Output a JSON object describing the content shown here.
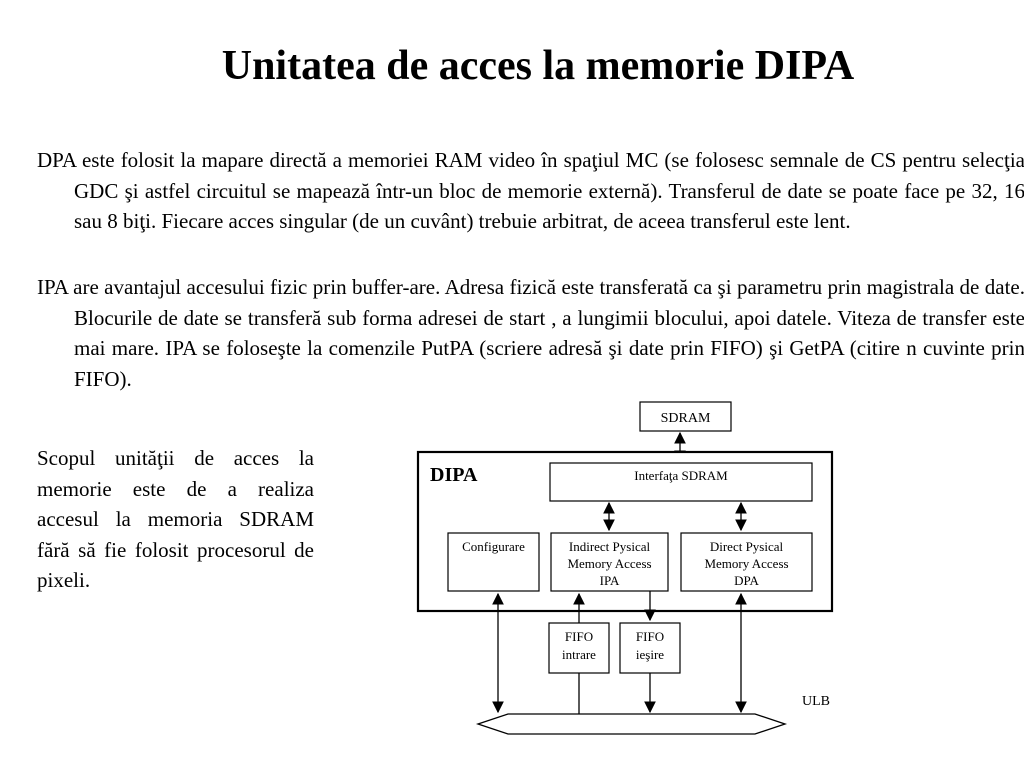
{
  "slide": {
    "title": "Unitatea de acces la memorie DIPA",
    "paragraphs": [
      "DPA este folosit la mapare directă a memoriei RAM video în spaţiul MC (se folosesc semnale de CS pentru selecţia GDC şi astfel circuitul se mapează într-un bloc de memorie externă). Transferul de date se poate face pe 32, 16 sau 8 biţi. Fiecare acces singular (de un cuvânt) trebuie arbitrat, de aceea transferul este lent.",
      "IPA are avantajul accesului fizic prin buffer-are. Adresa fizică este transferată ca şi parametru prin magistrala de date. Blocurile de date se transferă sub forma adresei de start , a lungimii blocului, apoi datele. Viteza de transfer este mai mare. IPA se foloseşte la comenzile PutPA (scriere adresă şi date prin FIFO) şi GetPA (citire n cuvinte prin FIFO)."
    ],
    "side_text": "Scopul unităţii de acces la memorie este de a realiza accesul la memoria SDRAM fără să fie folosit procesorul de pixeli."
  },
  "diagram": {
    "sdram_label": "SDRAM",
    "dipa_label": "DIPA",
    "interface_label": "Interfaţa SDRAM",
    "config_label": "Configurare",
    "ipa_lines": [
      "Indirect Pysical",
      "Memory Access",
      "IPA"
    ],
    "dpa_lines": [
      "Direct Pysical",
      "Memory Access",
      "DPA"
    ],
    "fifo_in_lines": [
      "FIFO",
      "intrare"
    ],
    "fifo_out_lines": [
      "FIFO",
      "ieşire"
    ],
    "bus_label": "ULB"
  }
}
